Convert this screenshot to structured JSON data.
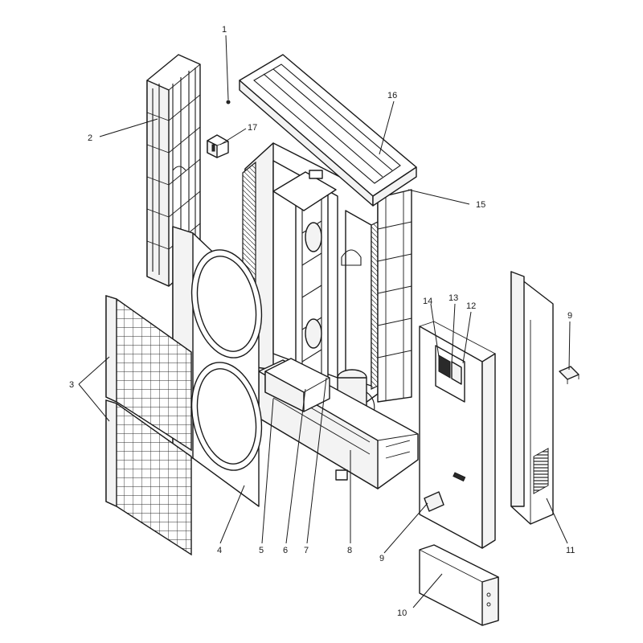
{
  "diagram": {
    "type": "exploded-parts-view",
    "callouts": [
      "1",
      "2",
      "3",
      "4",
      "5",
      "6",
      "7",
      "8",
      "9",
      "10",
      "11",
      "12",
      "13",
      "14",
      "15",
      "16",
      "17"
    ]
  },
  "labels": {
    "p1": "1",
    "p2": "2",
    "p3": "3",
    "p4": "4",
    "p5": "5",
    "p6": "6",
    "p7": "7",
    "p8": "8",
    "p9a": "9",
    "p9b": "9",
    "p10": "10",
    "p11": "11",
    "p12": "12",
    "p13": "13",
    "p14": "14",
    "p15": "15",
    "p16": "16",
    "p17": "17"
  }
}
